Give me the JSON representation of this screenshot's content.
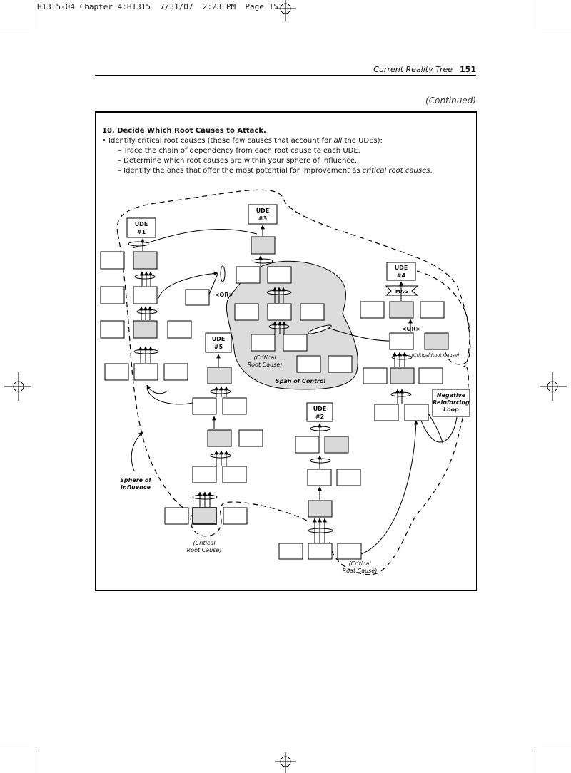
{
  "slug": "H1315-04 Chapter 4:H1315  7/31/07  2:23 PM  Page 151",
  "running_head": {
    "title": "Current Reality Tree",
    "page": "151"
  },
  "continued": "(Continued)",
  "step": {
    "heading": "10. Decide Which Root Causes to Attack.",
    "bullet_prefix": "• Identify critical root causes (those few causes that account for ",
    "bullet_em": "all",
    "bullet_suffix": " the UDEs):",
    "subs": [
      {
        "prefix": "–  Trace the chain of dependency from each root cause to each UDE.",
        "em": "",
        "suffix": ""
      },
      {
        "prefix": "–  Determine which root causes are within your sphere of influence.",
        "em": "",
        "suffix": ""
      },
      {
        "prefix": "–  Identify the ones that offer the most potential for improvement as ",
        "em": "critical root causes",
        "suffix": "."
      }
    ]
  },
  "diagram": {
    "ude1": [
      "UDE",
      "#1"
    ],
    "ude2": [
      "UDE",
      "#2"
    ],
    "ude3": [
      "UDE",
      "#3"
    ],
    "ude4": [
      "UDE",
      "#4"
    ],
    "ude5": [
      "UDE",
      "#5"
    ],
    "or_label": "<OR>",
    "mag_label": "MAG",
    "critical_small": "(Critical Root Cause)",
    "critical_a": [
      "(Critical",
      "Root Cause)"
    ],
    "span_of_control": "Span of Control",
    "sphere_of_influence": [
      "Sphere of",
      "Influence"
    ],
    "negative_loop": [
      "Negative",
      "Reinforcing",
      "Loop"
    ]
  },
  "colors": {
    "shaded_box": "#d9d9d9",
    "span_fill": "#dcdcdc",
    "border": "#000000"
  }
}
